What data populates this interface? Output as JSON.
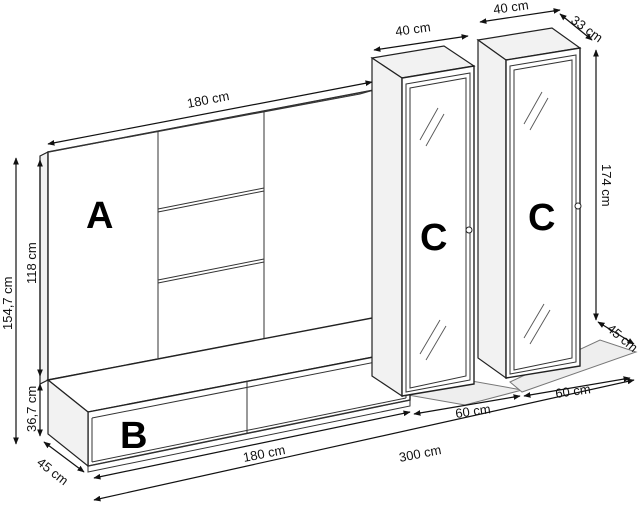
{
  "labels": {
    "panel": "A",
    "tv_unit": "B",
    "cabinet_1": "C",
    "cabinet_2": "C"
  },
  "dimensions": {
    "panel_width": "180 cm",
    "panel_height": "118 cm",
    "total_height": "154,7 cm",
    "tv_unit_height": "36,7 cm",
    "tv_unit_depth": "45 cm",
    "tv_unit_width": "180 cm",
    "total_width": "300 cm",
    "cabinet1_width": "40 cm",
    "cabinet2_width": "40 cm",
    "cabinet_depth": "33 cm",
    "cabinet_height": "174 cm",
    "plinth_depth": "45 cm",
    "plinth1_width": "60 cm",
    "plinth2_width": "60 cm"
  }
}
